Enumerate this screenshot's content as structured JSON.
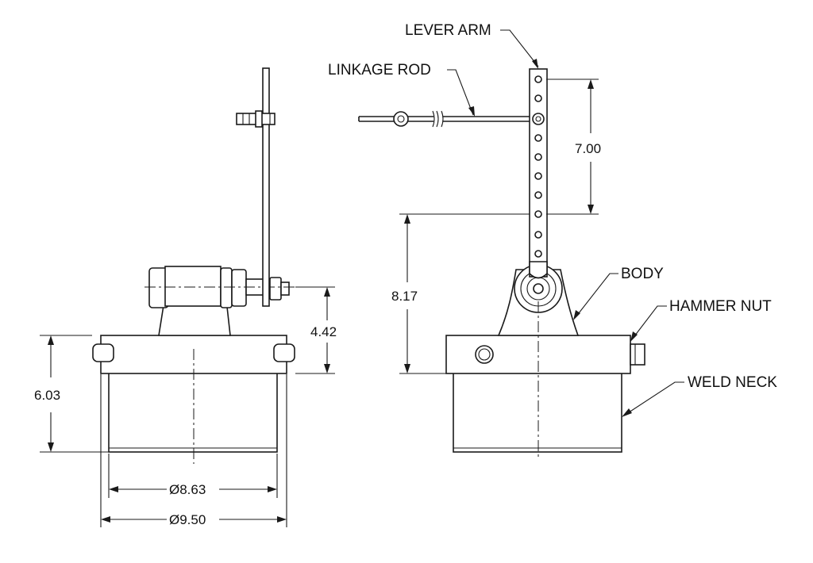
{
  "labels": {
    "lever_arm": "LEVER ARM",
    "linkage_rod": "LINKAGE ROD",
    "body": "BODY",
    "hammer_nut": "HAMMER NUT",
    "weld_neck": "WELD NECK"
  },
  "dimensions": {
    "hole_spacing": "7.00",
    "hole_height": "8.17",
    "shaft_height": "4.42",
    "overall_height": "6.03",
    "inner_diameter": "Ø8.63",
    "outer_diameter": "Ø9.50"
  }
}
